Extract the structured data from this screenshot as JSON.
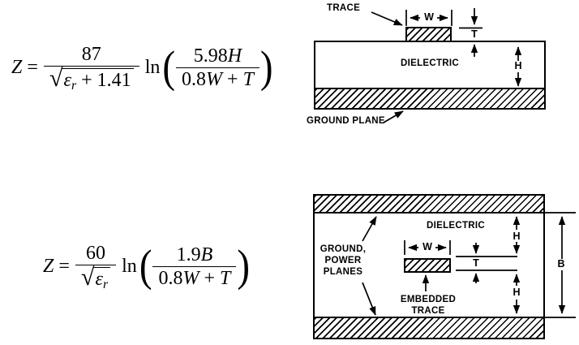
{
  "colors": {
    "ink": "#000000",
    "background": "#ffffff"
  },
  "formulas": {
    "microstrip": {
      "lhs": "Z",
      "equals": "=",
      "numerator": "87",
      "radical_symbol": "√",
      "radicand_epsilon": "ε",
      "radicand_sub": "r",
      "radicand_rest": " + 1.41",
      "log": "ln",
      "paren_open": "(",
      "paren_close": ")",
      "arg_num_coeff": "5.98",
      "arg_num_var": "H",
      "arg_den_coeff": "0.8",
      "arg_den_var1": "W",
      "arg_den_plus": " + ",
      "arg_den_var2": "T"
    },
    "stripline": {
      "lhs": "Z",
      "equals": "=",
      "numerator": "60",
      "radical_symbol": "√",
      "radicand_epsilon": "ε",
      "radicand_sub": "r",
      "log": "ln",
      "paren_open": "(",
      "paren_close": ")",
      "arg_num_coeff": "1.9",
      "arg_num_var": "B",
      "arg_den_coeff": "0.8",
      "arg_den_var1": "W",
      "arg_den_plus": " + ",
      "arg_den_var2": "T"
    }
  },
  "microstrip_diagram": {
    "trace_label": "TRACE",
    "dielectric_label": "DIELECTRIC",
    "ground_plane_label": "GROUND PLANE",
    "width_dim": "W",
    "thickness_dim": "T",
    "height_dim": "H"
  },
  "stripline_diagram": {
    "dielectric_label": "DIELECTRIC",
    "planes_label": [
      "GROUND,",
      "POWER",
      "PLANES"
    ],
    "embedded_trace_label": [
      "EMBEDDED",
      "TRACE"
    ],
    "width_dim": "W",
    "thickness_dim": "T",
    "height_top_dim": "H",
    "height_bottom_dim": "H",
    "total_height_dim": "B"
  }
}
